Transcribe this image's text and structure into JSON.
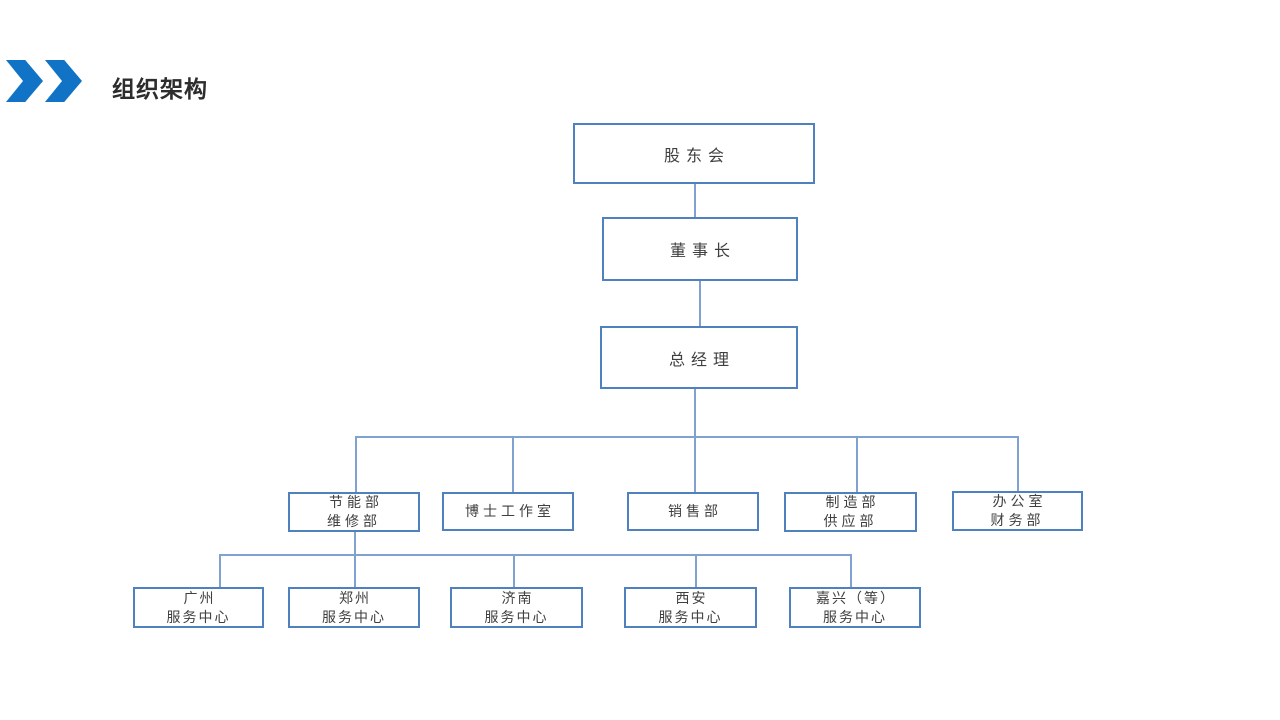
{
  "header": {
    "title": "组织架构",
    "accent_color": "#1173C5",
    "title_color": "#2d2d2d"
  },
  "org_chart": {
    "type": "org-tree",
    "box_border_color": "#4E81BD",
    "connector_color": "#7FA2D0",
    "text_color": "#3F3F3F",
    "levels": [
      {
        "name": "shareholders",
        "nodes": [
          {
            "label": "股东会"
          }
        ]
      },
      {
        "name": "chairman",
        "nodes": [
          {
            "label": "董事长"
          }
        ]
      },
      {
        "name": "general-manager",
        "nodes": [
          {
            "label": "总经理"
          }
        ]
      },
      {
        "name": "departments",
        "nodes": [
          {
            "label": "节能部\n维修部"
          },
          {
            "label": "博士工作室"
          },
          {
            "label": "销售部"
          },
          {
            "label": "制造部\n供应部"
          },
          {
            "label": "办公室\n财务部"
          }
        ]
      },
      {
        "name": "service-centers",
        "nodes": [
          {
            "label": "广州\n服务中心"
          },
          {
            "label": "郑州\n服务中心"
          },
          {
            "label": "济南\n服务中心"
          },
          {
            "label": "西安\n服务中心"
          },
          {
            "label": "嘉兴（等）\n服务中心"
          }
        ]
      }
    ]
  }
}
